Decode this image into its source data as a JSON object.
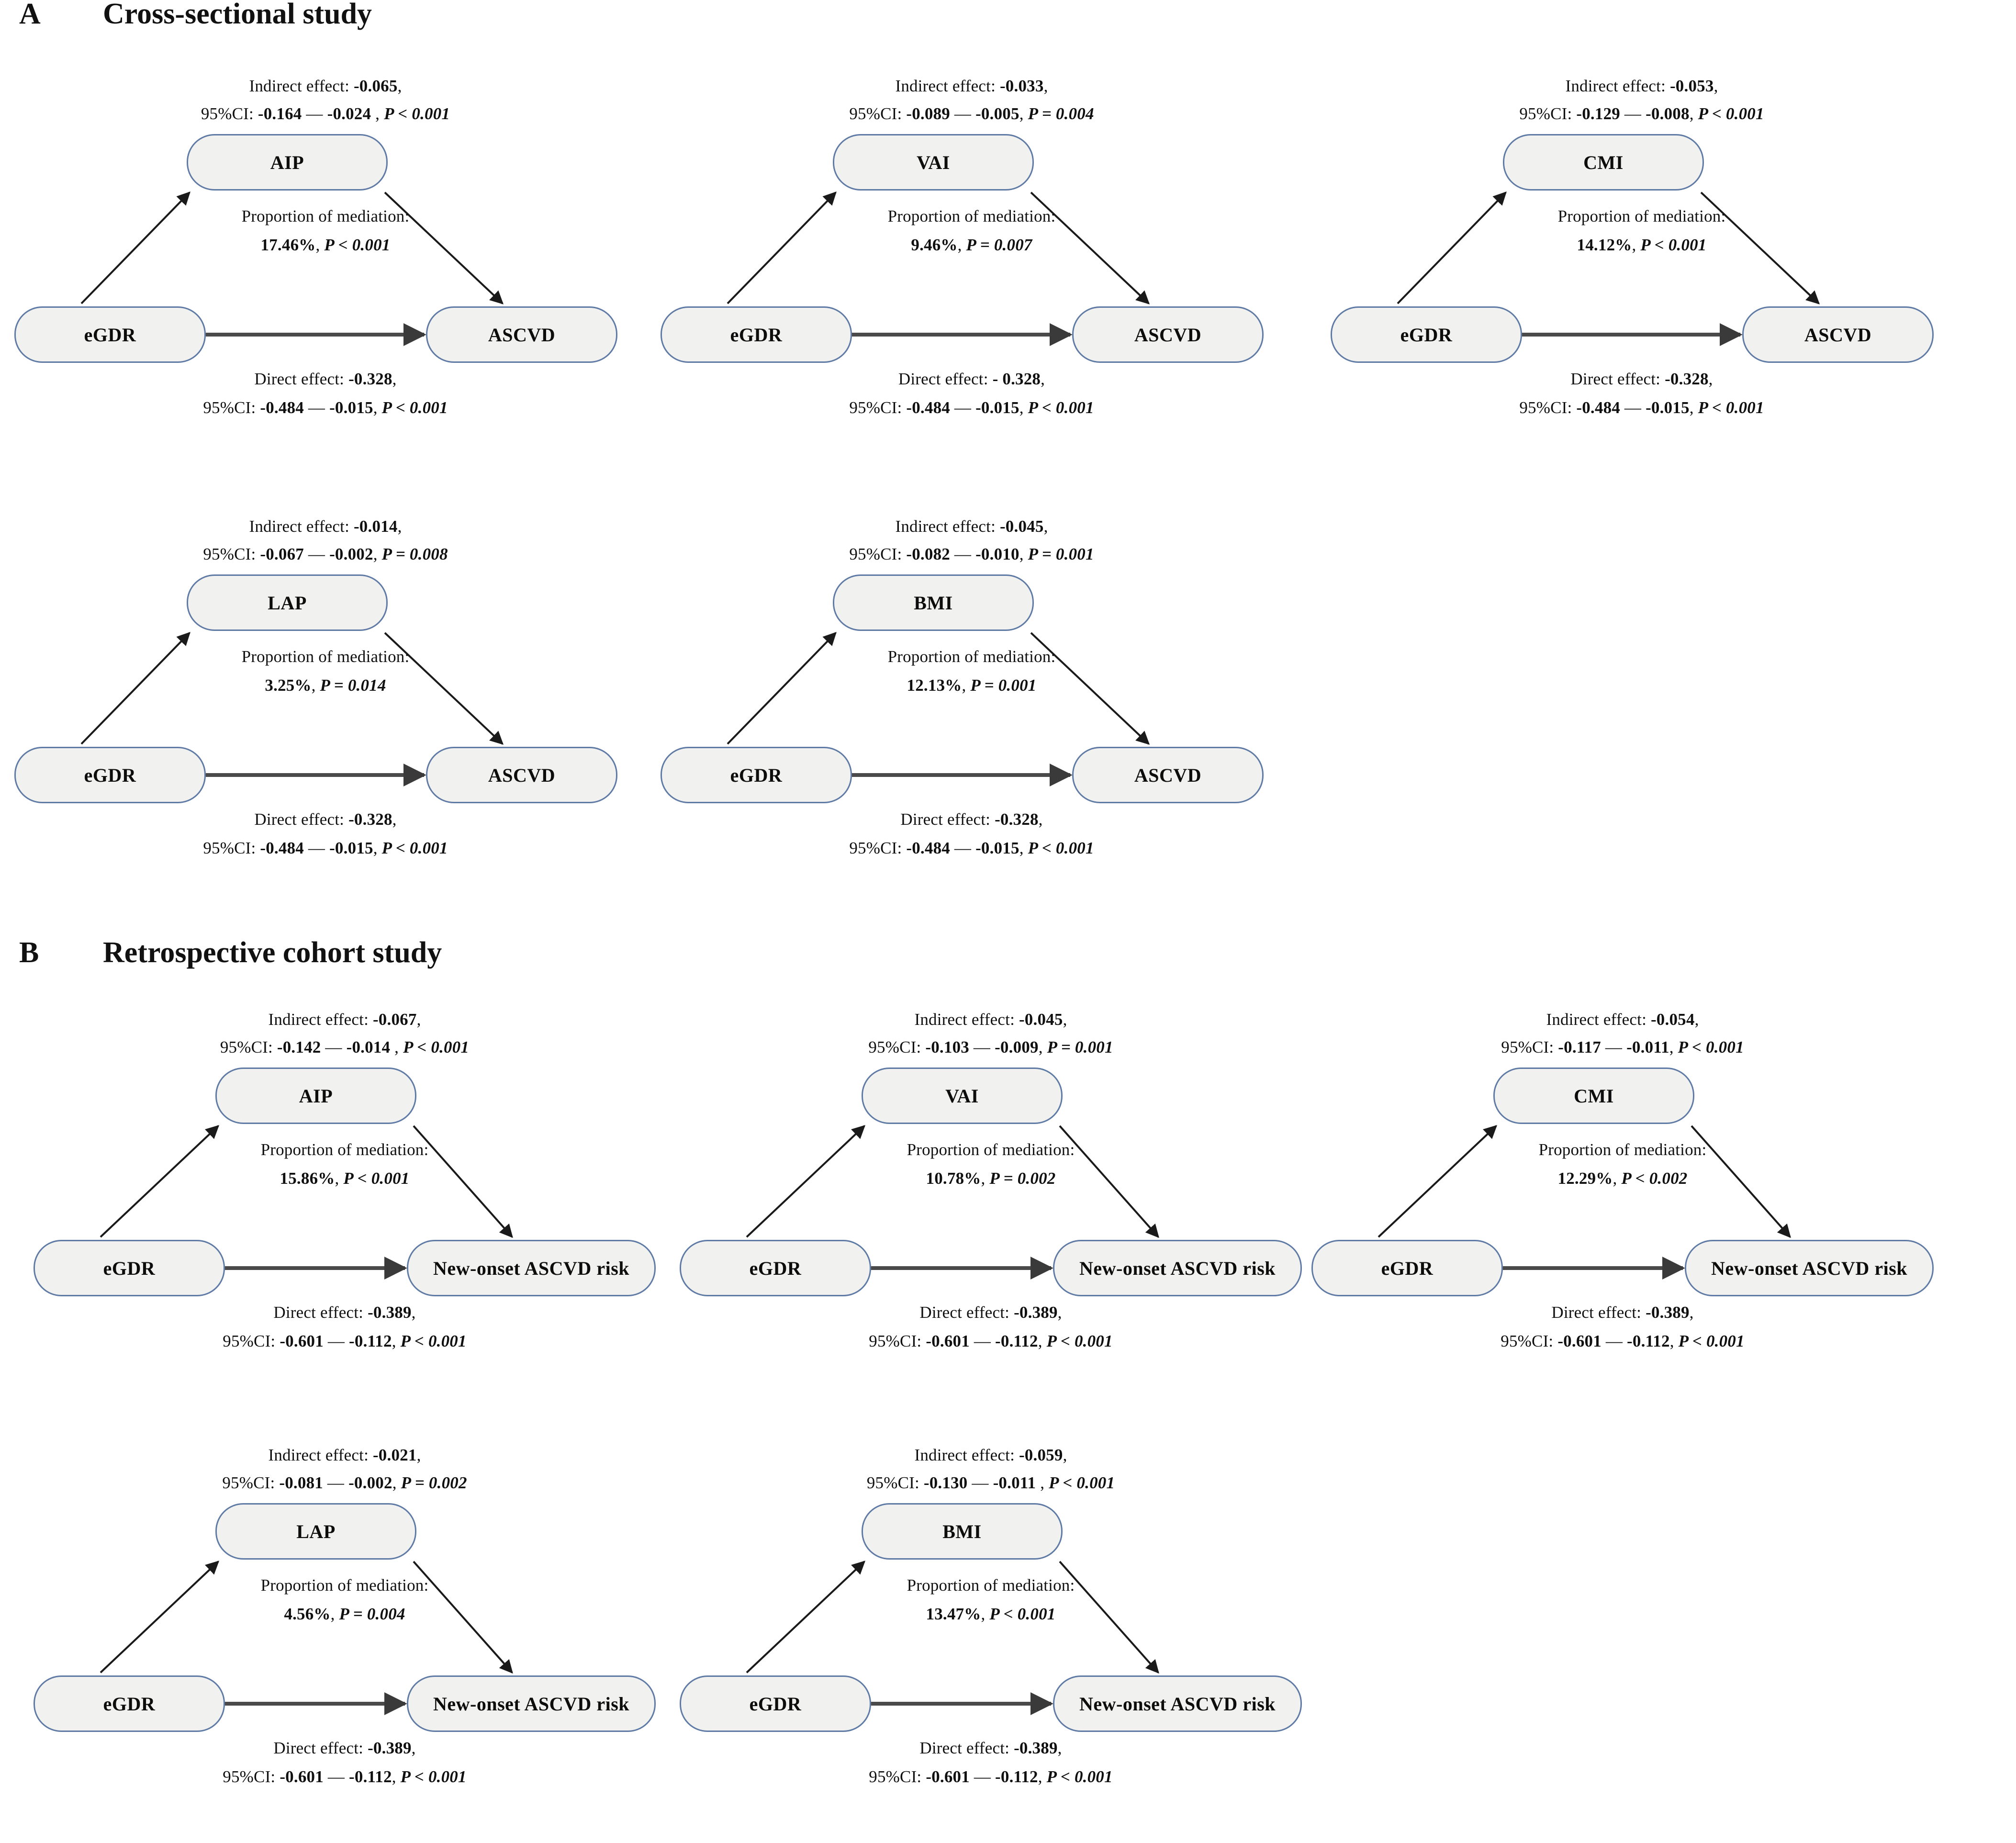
{
  "figure": {
    "colors": {
      "node_fill": "#f1f1f0",
      "node_border": "#5f7ba5",
      "arrow": "#1a1a1a",
      "text": "#101010"
    }
  },
  "sections": [
    {
      "letter": "A",
      "title": "Cross-sectional study"
    },
    {
      "letter": "B",
      "title": "Retrospective cohort study"
    }
  ],
  "labels": {
    "indirect_prefix": "Indirect effect:",
    "direct_prefix": "Direct effect:",
    "ci_prefix": "95%CI:",
    "proportion_prefix": "Proportion of mediation:"
  },
  "panels": [
    {
      "id": "a-aip",
      "section": "A",
      "source": "eGDR",
      "mediator": "AIP",
      "target": "ASCVD",
      "indirect_line1": "Indirect effect: -0.065,",
      "indirect_line2": "95%CI: -0.164 — -0.024 , P < 0.001",
      "indirect_effect": "-0.065",
      "indirect_ci_low": "-0.164",
      "indirect_ci_high": "-0.024",
      "indirect_p": "P < 0.001",
      "proportion_line1": "Proportion of mediation:",
      "proportion_line2": "17.46%, P < 0.001",
      "proportion_value": "17.46%",
      "proportion_p": "P < 0.001",
      "direct_line1": "Direct effect: -0.328,",
      "direct_line2": "95%CI: -0.484 — -0.015, P < 0.001",
      "direct_effect": "-0.328",
      "direct_ci_low": "-0.484",
      "direct_ci_high": "-0.015",
      "direct_p": "P < 0.001"
    },
    {
      "id": "a-vai",
      "section": "A",
      "source": "eGDR",
      "mediator": "VAI",
      "target": "ASCVD",
      "indirect_line1": "Indirect effect: -0.033,",
      "indirect_line2": "95%CI:  -0.089 — -0.005, P = 0.004",
      "indirect_effect": "-0.033",
      "indirect_ci_low": "-0.089",
      "indirect_ci_high": "-0.005",
      "indirect_p": "P = 0.004",
      "proportion_line1": "Proportion of mediation:",
      "proportion_line2": "9.46%, P = 0.007",
      "proportion_value": "9.46%",
      "proportion_p": "P = 0.007",
      "direct_line1": "Direct effect: - 0.328,",
      "direct_line2": "95%CI: -0.484 — -0.015, P < 0.001",
      "direct_effect": "- 0.328",
      "direct_ci_low": "-0.484",
      "direct_ci_high": "-0.015",
      "direct_p": "P < 0.001"
    },
    {
      "id": "a-cmi",
      "section": "A",
      "source": "eGDR",
      "mediator": "CMI",
      "target": "ASCVD",
      "indirect_line1": "Indirect effect: -0.053,",
      "indirect_line2": "95%CI:  -0.129 — -0.008, P < 0.001",
      "indirect_effect": "-0.053",
      "indirect_ci_low": "-0.129",
      "indirect_ci_high": "-0.008",
      "indirect_p": "P < 0.001",
      "proportion_line1": "Proportion of mediation:",
      "proportion_line2": "14.12%, P < 0.001",
      "proportion_value": "14.12%",
      "proportion_p": "P < 0.001",
      "direct_line1": "Direct effect: -0.328,",
      "direct_line2": "95%CI: -0.484 — -0.015, P < 0.001",
      "direct_effect": "-0.328",
      "direct_ci_low": "-0.484",
      "direct_ci_high": "-0.015",
      "direct_p": "P < 0.001"
    },
    {
      "id": "a-lap",
      "section": "A",
      "source": "eGDR",
      "mediator": "LAP",
      "target": "ASCVD",
      "indirect_line1": "Indirect effect: -0.014,",
      "indirect_line2": "95%CI:  -0.067 — -0.002, P = 0.008",
      "indirect_effect": "-0.014",
      "indirect_ci_low": "-0.067",
      "indirect_ci_high": "-0.002",
      "indirect_p": "P = 0.008",
      "proportion_line1": "Proportion of mediation:",
      "proportion_line2": "3.25%, P = 0.014",
      "proportion_value": "3.25%",
      "proportion_p": "P = 0.014",
      "direct_line1": "Direct effect: -0.328,",
      "direct_line2": "95%CI: -0.484 — -0.015, P < 0.001",
      "direct_effect": "-0.328",
      "direct_ci_low": "-0.484",
      "direct_ci_high": "-0.015",
      "direct_p": "P < 0.001"
    },
    {
      "id": "a-bmi",
      "section": "A",
      "source": "eGDR",
      "mediator": "BMI",
      "target": "ASCVD",
      "indirect_line1": "Indirect effect: -0.045,",
      "indirect_line2": "95%CI:  -0.082 — -0.010, P = 0.001",
      "indirect_effect": "-0.045",
      "indirect_ci_low": "-0.082",
      "indirect_ci_high": "-0.010",
      "indirect_p": "P = 0.001",
      "proportion_line1": "Proportion of mediation:",
      "proportion_line2": "12.13%, P = 0.001",
      "proportion_value": "12.13%",
      "proportion_p": "P = 0.001",
      "direct_line1": "Direct effect: -0.328,",
      "direct_line2": "95%CI: -0.484 — -0.015, P < 0.001",
      "direct_effect": "-0.328",
      "direct_ci_low": "-0.484",
      "direct_ci_high": "-0.015",
      "direct_p": "P < 0.001"
    },
    {
      "id": "b-aip",
      "section": "B",
      "source": "eGDR",
      "mediator": "AIP",
      "target": "New-onset ASCVD risk",
      "indirect_line1": "Indirect effect: -0.067,",
      "indirect_line2": "95%CI: -0.142 — -0.014 , P < 0.001",
      "indirect_effect": "-0.067",
      "indirect_ci_low": "-0.142",
      "indirect_ci_high": "-0.014",
      "indirect_p": "P < 0.001",
      "proportion_line1": "Proportion of mediation:",
      "proportion_line2": "15.86%, P < 0.001",
      "proportion_value": "15.86%",
      "proportion_p": "P < 0.001",
      "direct_line1": "Direct effect: -0.389,",
      "direct_line2": "95%CI: -0.601 — -0.112, P < 0.001",
      "direct_effect": "-0.389",
      "direct_ci_low": "-0.601",
      "direct_ci_high": "-0.112",
      "direct_p": "P < 0.001"
    },
    {
      "id": "b-vai",
      "section": "B",
      "source": "eGDR",
      "mediator": "VAI",
      "target": "New-onset ASCVD risk",
      "indirect_line1": "Indirect effect: -0.045,",
      "indirect_line2": "95%CI: -0.103 — -0.009, P = 0.001",
      "indirect_effect": "-0.045",
      "indirect_ci_low": "-0.103",
      "indirect_ci_high": "-0.009",
      "indirect_p": "P = 0.001",
      "proportion_line1": "Proportion of mediation:",
      "proportion_line2": "10.78%, P = 0.002",
      "proportion_value": "10.78%",
      "proportion_p": "P = 0.002",
      "direct_line1": "Direct effect: -0.389,",
      "direct_line2": "95%CI: -0.601 — -0.112, P < 0.001",
      "direct_effect": "-0.389",
      "direct_ci_low": "-0.601",
      "direct_ci_high": "-0.112",
      "direct_p": "P < 0.001"
    },
    {
      "id": "b-cmi",
      "section": "B",
      "source": "eGDR",
      "mediator": "CMI",
      "target": "New-onset ASCVD risk",
      "indirect_line1": "Indirect effect: -0.054,",
      "indirect_line2": "95%CI: -0.117 — -0.011, P < 0.001",
      "indirect_effect": "-0.054",
      "indirect_ci_low": "-0.117",
      "indirect_ci_high": "-0.011",
      "indirect_p": "P < 0.001",
      "proportion_line1": "Proportion of mediation:",
      "proportion_line2": "12.29%, P < 0.002",
      "proportion_value": "12.29%",
      "proportion_p": "P < 0.002",
      "direct_line1": "Direct effect: -0.389,",
      "direct_line2": "95%CI: -0.601 — -0.112, P < 0.001",
      "direct_effect": "-0.389",
      "direct_ci_low": "-0.601",
      "direct_ci_high": "-0.112",
      "direct_p": "P < 0.001"
    },
    {
      "id": "b-lap",
      "section": "B",
      "source": "eGDR",
      "mediator": "LAP",
      "target": "New-onset ASCVD risk",
      "indirect_line1": "Indirect effect: -0.021,",
      "indirect_line2": "95%CI: -0.081 — -0.002, P = 0.002",
      "indirect_effect": "-0.021",
      "indirect_ci_low": "-0.081",
      "indirect_ci_high": "-0.002",
      "indirect_p": "P = 0.002",
      "proportion_line1": "Proportion of mediation:",
      "proportion_line2": "4.56%, P = 0.004",
      "proportion_value": "4.56%",
      "proportion_p": "P = 0.004",
      "direct_line1": "Direct effect: -0.389,",
      "direct_line2": "95%CI: -0.601 — -0.112, P < 0.001",
      "direct_effect": "-0.389",
      "direct_ci_low": "-0.601",
      "direct_ci_high": "-0.112",
      "direct_p": "P < 0.001"
    },
    {
      "id": "b-bmi",
      "section": "B",
      "source": "eGDR",
      "mediator": "BMI",
      "target": "New-onset ASCVD risk",
      "indirect_line1": "Indirect effect: -0.059,",
      "indirect_line2": "95%CI: -0.130 — -0.011 , P < 0.001",
      "indirect_effect": "-0.059",
      "indirect_ci_low": "-0.130",
      "indirect_ci_high": "-0.011",
      "indirect_p": "P < 0.001",
      "proportion_line1": "Proportion of mediation:",
      "proportion_line2": "13.47%, P < 0.001",
      "proportion_value": "13.47%",
      "proportion_p": "P < 0.001",
      "direct_line1": "Direct effect: -0.389,",
      "direct_line2": "95%CI: -0.601 — -0.112, P < 0.001",
      "direct_effect": "-0.389",
      "direct_ci_low": "-0.601",
      "direct_ci_high": "-0.112",
      "direct_p": "P < 0.001"
    }
  ]
}
